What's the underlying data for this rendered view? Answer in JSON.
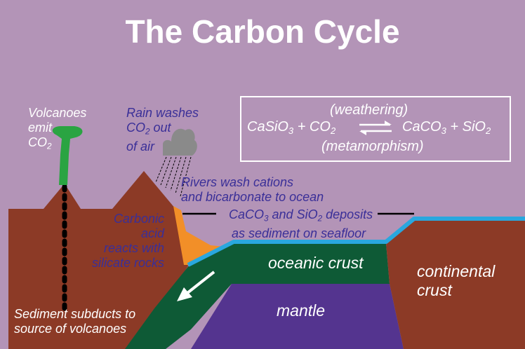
{
  "title": "The Carbon Cycle",
  "equation": {
    "top_label": "(weathering)",
    "bottom_label": "(metamorphism)",
    "left_a": "CaSiO",
    "left_a_sub": "3",
    "plus1": " + CO",
    "plus1_sub": "2",
    "right_a": "CaCO",
    "right_a_sub": "3",
    "plus2": " + SiO",
    "plus2_sub": "2"
  },
  "labels": {
    "volcanoes_1": "Volcanoes",
    "volcanoes_2": "emit",
    "volcanoes_3": "CO",
    "volcanoes_3_sub": "2",
    "rain_1": "Rain washes",
    "rain_2a": "CO",
    "rain_2_sub": "2",
    "rain_2b": " out",
    "rain_3": "of air",
    "rivers_1": "Rivers wash cations",
    "rivers_2": "and bicarbonate to ocean",
    "deposits_1a": "CaCO",
    "deposits_1a_sub": "3",
    "deposits_1b": " and SiO",
    "deposits_1b_sub": "2",
    "deposits_1c": " deposits",
    "deposits_2": "as sediment on seafloor",
    "carbonic_1": "Carbonic acid",
    "carbonic_2": "reacts with",
    "carbonic_3": "silicate rocks",
    "oceanic": "oceanic crust",
    "continental_1": "continental",
    "continental_2": "crust",
    "mantle": "mantle",
    "sediment_1": "Sediment subducts to",
    "sediment_2": "source of volcanoes"
  },
  "colors": {
    "background": "#b394b7",
    "crust_brown": "#8c3a26",
    "oceanic_green": "#0e5a36",
    "mantle_purple": "#54348f",
    "ocean_blue": "#29a7de",
    "sediment_orange": "#f28f28",
    "volcano_green": "#2aa442",
    "cloud_gray": "#8a8a8a",
    "label_blue": "#3a2f98"
  }
}
